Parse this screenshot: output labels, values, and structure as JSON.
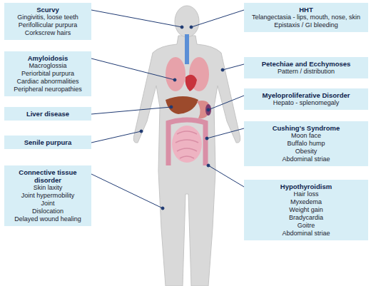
{
  "diagram": {
    "nodes": [
      {
        "text": [
          "Scurvy",
          "Gingivitis, loose teeth",
          "Perifollicular purpura",
          "Corkscrew hairs"
        ]
      },
      {
        "text": [
          "Amyloidosis",
          "Macroglossia",
          "Periorbital purpura",
          "Cardiac abnormalities",
          "Peripheral neuropathies"
        ]
      },
      {
        "text": [
          "Liver disease"
        ]
      },
      {
        "text": [
          "Senile purpura"
        ]
      },
      {
        "text": [
          "Connective tissue disorder",
          "Skin laxity",
          "Joint hypermobility",
          "Joint",
          "Dislocation",
          "Delayed wound healing"
        ]
      },
      {
        "text": [
          "HHT",
          "Telangectasia - lips, mouth, nose, skin",
          "Epistaxis / GI bleeding"
        ]
      },
      {
        "text": [
          "Petechiae and Ecchymoses",
          "Pattern / distribution"
        ]
      },
      {
        "text": [
          "Myeloproliferative Disorder",
          "Hepato - splenomegaly"
        ]
      },
      {
        "text": [
          "Cushing's Syndrome",
          "Moon face",
          "Buffalo hump",
          "Obesity",
          "Abdominal striae"
        ]
      },
      {
        "text": [
          "Hypothyroidism",
          "Hair loss",
          "Myxedema",
          "Weight gain",
          "Bradycardia",
          "Goitre",
          "Abdominal striae"
        ]
      }
    ]
  }
}
